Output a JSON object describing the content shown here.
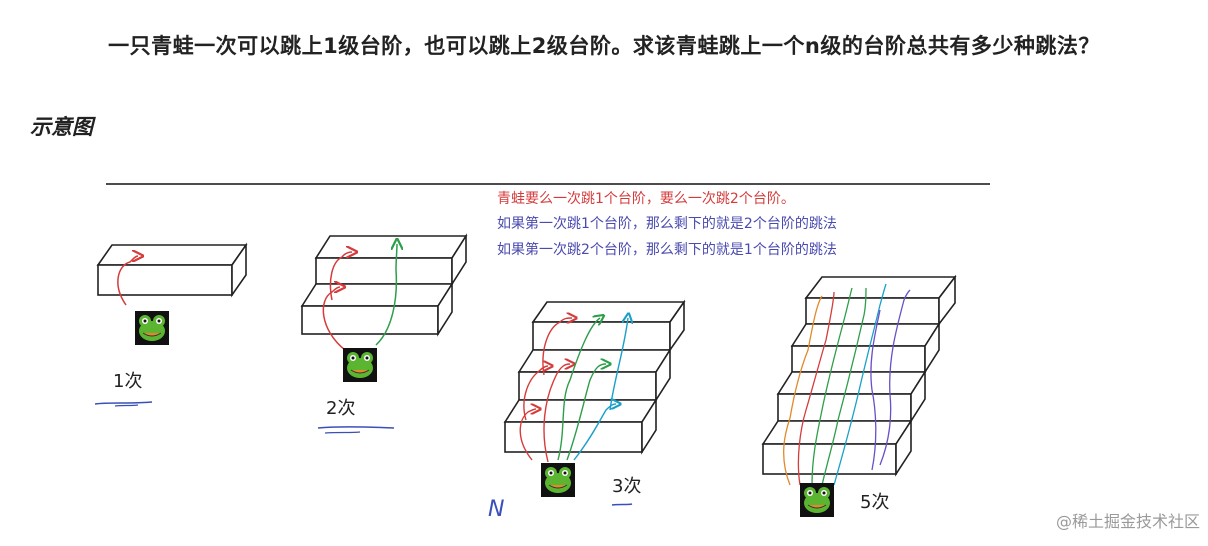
{
  "question": "一只青蛙一次可以跳上1级台阶，也可以跳上2级台阶。求该青蛙跳上一个n级的台阶总共有多少种跳法？",
  "diagram_caption": "示意图",
  "notes": [
    {
      "text": "青蛙要么一次跳1个台阶，要么一次跳2个台阶。",
      "color": "#d63b3b"
    },
    {
      "text": "如果第一次跳1个台阶，那么剩下的就是2个台阶的跳法",
      "color": "#4a4ab0"
    },
    {
      "text": "如果第一次跳2个台阶，那么剩下的就是1个台阶的跳法",
      "color": "#4a4ab0"
    }
  ],
  "stair_examples": [
    {
      "steps": 1,
      "count_label": "1次"
    },
    {
      "steps": 2,
      "count_label": "2次"
    },
    {
      "steps": 3,
      "count_label": "3次"
    },
    {
      "steps": 4,
      "count_label": "5次"
    }
  ],
  "scribble_mark": "N",
  "watermark": "@稀土掘金技术社区",
  "icons": [
    "frog-icon"
  ]
}
